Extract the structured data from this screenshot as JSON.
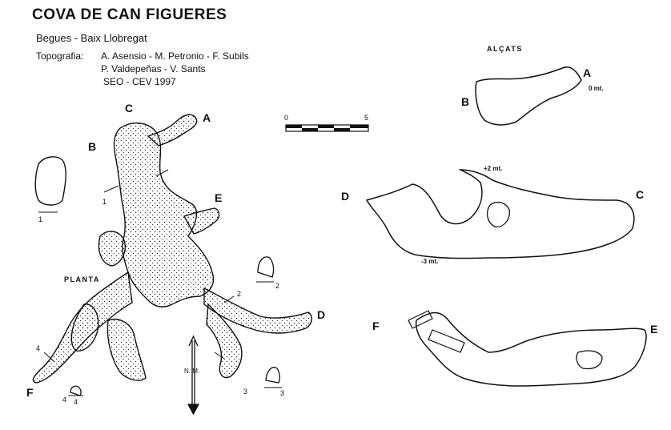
{
  "header": {
    "title": "COVA DE CAN FIGUERES",
    "location": "Begues - Baix Llobregat",
    "topo_key": "Topografia:",
    "topo_line1": "A. Asensio - M. Petronio - F. Subils",
    "topo_line2": "P. Valdepeñas - V. Sants",
    "topo_line3": "SEO - CEV     1997"
  },
  "plan": {
    "label": "PLANTA",
    "north_label": "N. M.",
    "points": {
      "A": "A",
      "B": "B",
      "C": "C",
      "D": "D",
      "E": "E",
      "F": "F"
    },
    "section_numbers": {
      "s1": "1",
      "s2": "2",
      "s3": "3",
      "s4": "4"
    }
  },
  "scale": {
    "min": "0",
    "max": "5"
  },
  "sections": {
    "alcats_label": "ALÇATS",
    "zero_label": "0 mt.",
    "plus2_label": "+2 mt.",
    "minus3_label": "-3 mt.",
    "top_left": "B",
    "top_right": "A",
    "mid_left": "D",
    "mid_right": "C",
    "bot_left": "F",
    "bot_right": "E"
  }
}
